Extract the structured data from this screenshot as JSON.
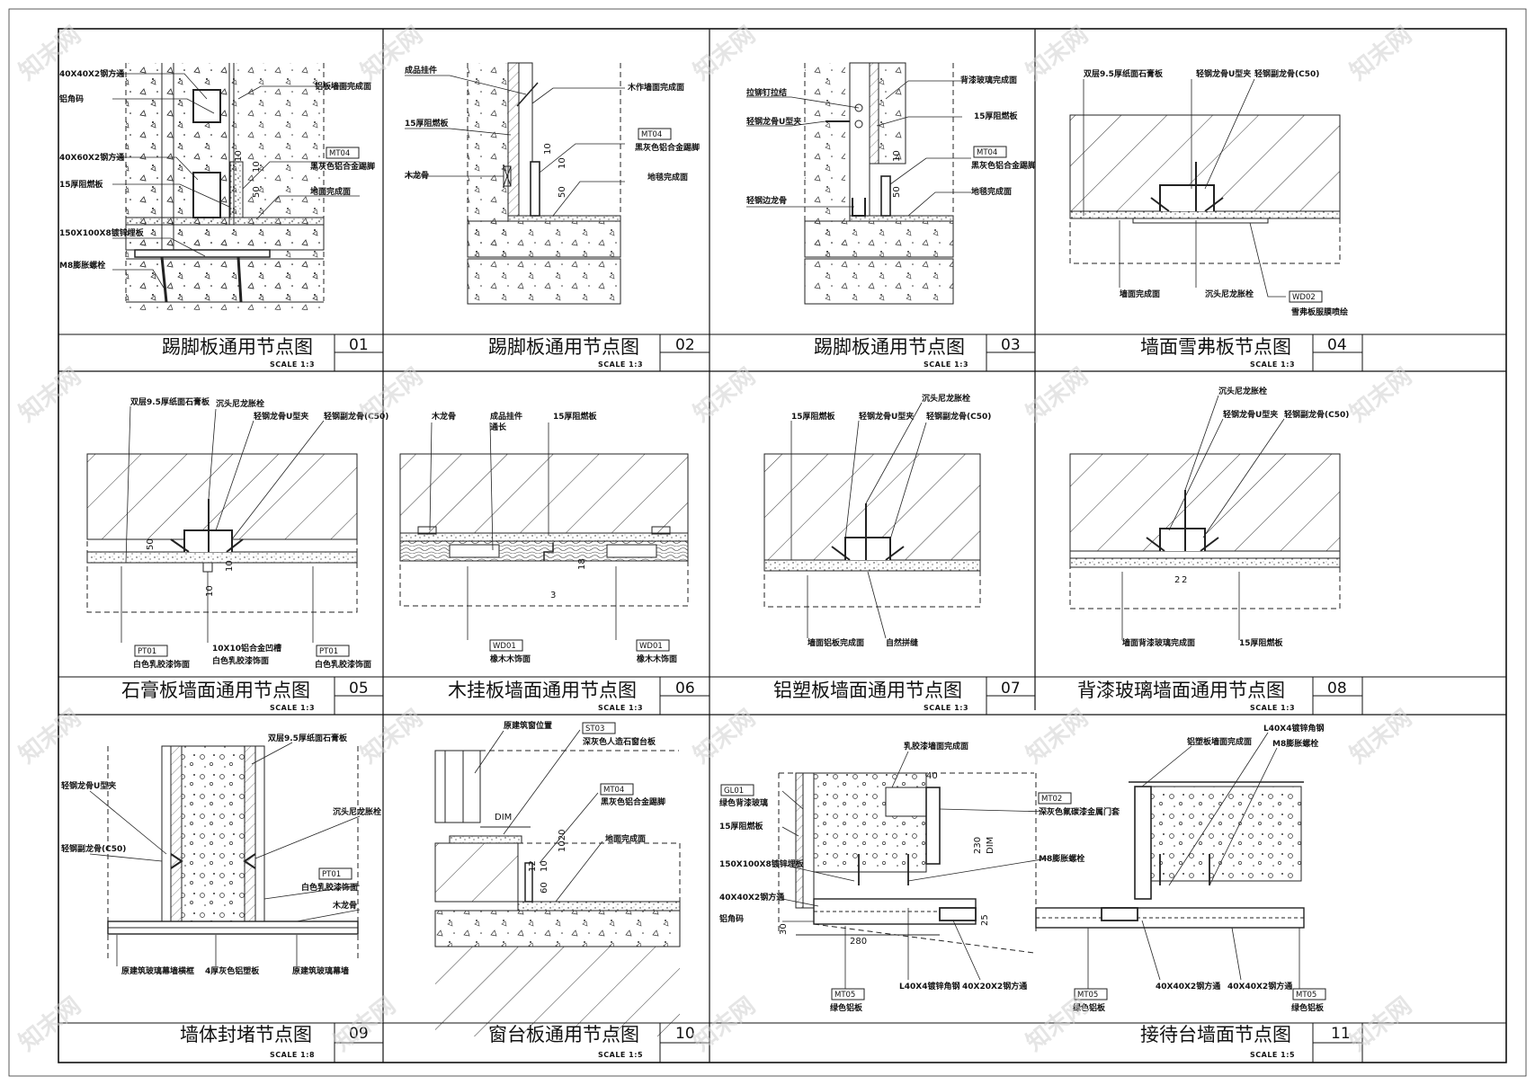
{
  "panels": [
    {
      "number": "01",
      "title": "踢脚板通用节点图",
      "scale": "SCALE 1:3",
      "labels": [
        "40X40X2钢方通",
        "铝角码",
        "40X60X2钢方通",
        "15厚阻燃板",
        "150X100X8镀锌埋板",
        "M8膨胀螺栓",
        "铝板墙面完成面",
        "黑灰色铝合金踢脚",
        "地面完成面"
      ],
      "tags": [
        "MT04"
      ],
      "dims": [
        "10",
        "10",
        "50"
      ]
    },
    {
      "number": "02",
      "title": "踢脚板通用节点图",
      "scale": "SCALE 1:3",
      "labels": [
        "成品挂件",
        "15厚阻燃板",
        "木龙骨",
        "木作墙面完成面",
        "黑灰色铝合金踢脚",
        "地毯完成面"
      ],
      "tags": [
        "MT04"
      ],
      "dims": [
        "10",
        "10",
        "50"
      ]
    },
    {
      "number": "03",
      "title": "踢脚板通用节点图",
      "scale": "SCALE 1:3",
      "labels": [
        "拉铆钉拉结",
        "轻钢龙骨U型夹",
        "轻钢边龙骨",
        "背漆玻璃完成面",
        "15厚阻燃板",
        "黑灰色铝合金踢脚",
        "地毯完成面"
      ],
      "tags": [
        "MT04"
      ],
      "dims": [
        "10",
        "50"
      ]
    },
    {
      "number": "04",
      "title": "墙面雪弗板节点图",
      "scale": "SCALE 1:3",
      "labels": [
        "双层9.5厚纸面石膏板",
        "轻钢龙骨U型夹",
        "轻钢副龙骨(C50)",
        "墙面完成面",
        "沉头尼龙胀栓",
        "雪弗板服膜喷绘"
      ],
      "tags": [
        "WD02"
      ],
      "dims": []
    },
    {
      "number": "05",
      "title": "石膏板墙面通用节点图",
      "scale": "SCALE 1:3",
      "labels": [
        "双层9.5厚纸面石膏板",
        "沉头尼龙胀栓",
        "轻钢龙骨U型夹",
        "轻钢副龙骨(C50)",
        "白色乳胶漆饰面",
        "10X10铝合金凹槽",
        "白色乳胶漆饰面"
      ],
      "tags": [
        "PT01",
        "PT01"
      ],
      "dims": [
        "50",
        "10",
        "10"
      ]
    },
    {
      "number": "06",
      "title": "木挂板墙面通用节点图",
      "scale": "SCALE 1:3",
      "labels": [
        "木龙骨",
        "成品挂件",
        "通长",
        "15厚阻燃板",
        "橡木木饰面",
        "橡木木饰面"
      ],
      "tags": [
        "WD01",
        "WD01"
      ],
      "dims": [
        "18",
        "3"
      ]
    },
    {
      "number": "07",
      "title": "铝塑板墙面通用节点图",
      "scale": "SCALE 1:3",
      "labels": [
        "15厚阻燃板",
        "轻钢龙骨U型夹",
        "沉头尼龙胀栓",
        "轻钢副龙骨(C50)",
        "墙面铝板完成面",
        "自然拼缝"
      ],
      "tags": [],
      "dims": []
    },
    {
      "number": "08",
      "title": "背漆玻璃墙面通用节点图",
      "scale": "SCALE 1:3",
      "labels": [
        "沉头尼龙胀栓",
        "轻钢龙骨U型夹",
        "轻钢副龙骨(C50)",
        "墙面背漆玻璃完成面",
        "15厚阻燃板"
      ],
      "tags": [],
      "dims": [
        "2",
        "2"
      ]
    },
    {
      "number": "09",
      "title": "墙体封堵节点图",
      "scale": "SCALE 1:8",
      "labels": [
        "双层9.5厚纸面石膏板",
        "轻钢龙骨U型夹",
        "沉头尼龙胀栓",
        "轻钢副龙骨(C50)",
        "白色乳胶漆饰面",
        "木龙骨",
        "原建筑玻璃幕墙横框",
        "4厚灰色铝塑板",
        "原建筑玻璃幕墙"
      ],
      "tags": [
        "PT01"
      ],
      "dims": []
    },
    {
      "number": "10",
      "title": "窗台板通用节点图",
      "scale": "SCALE 1:5",
      "labels": [
        "原建筑窗位置",
        "深灰色人造石窗台板",
        "黑灰色铝合金踢脚",
        "地面完成面"
      ],
      "tags": [
        "ST03",
        "MT04"
      ],
      "dims": [
        "DIM",
        "1020",
        "12",
        "10",
        "60"
      ]
    },
    {
      "number": "11",
      "title": "接待台墙面节点图",
      "scale": "SCALE 1:5",
      "labels": [
        "乳胶漆墙面完成面",
        "绿色背漆玻璃",
        "15厚阻燃板",
        "150X100X8镀锌埋板",
        "40X40X2钢方通",
        "铝角码",
        "深灰色氟碳漆金属门套",
        "M8膨胀螺栓",
        "L40X4镀锌角钢",
        "40X20X2钢方通",
        "绿色铝板",
        "铝塑板墙面完成面",
        "L40X4镀锌角钢",
        "M8膨胀螺栓",
        "40X40X2钢方通",
        "40X40X2钢方通",
        "绿色铝板",
        "绿色铝板"
      ],
      "tags": [
        "GL01",
        "MT02",
        "MT05",
        "MT05",
        "MT05"
      ],
      "dims": [
        "40",
        "230",
        "DIM",
        "30",
        "280",
        "25"
      ]
    }
  ],
  "watermark": "知末网"
}
